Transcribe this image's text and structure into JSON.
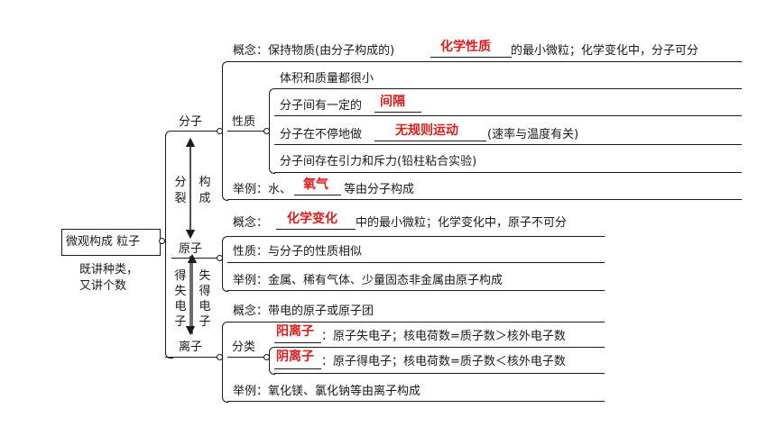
{
  "root": {
    "label": "微观构成  粒子",
    "note1": "既讲种类，",
    "note2": "又讲个数"
  },
  "molecule": {
    "label": "分子",
    "concept": {
      "pre": "概念：保持物质(由分子构成的)",
      "answer": "化学性质",
      "post": "的最小微粒；化学变化中，分子可分"
    },
    "props": {
      "label": "性质",
      "p1": "体积和质量都很小",
      "p2_pre": "分子间有一定的",
      "p2_answer": "间隔",
      "p3_pre": "分子在不停地做",
      "p3_answer": "无规则运动",
      "p3_post": "(速率与温度有关)",
      "p4": "分子间存在引力和斥力(铅柱粘合实验)"
    },
    "example": {
      "pre": "举例：水、",
      "answer": "氧气",
      "post": "等由分子构成"
    }
  },
  "arrows": {
    "split": [
      "分",
      "裂"
    ],
    "compose": [
      "构",
      "成"
    ],
    "gain": [
      "得",
      "失",
      "电",
      "子"
    ],
    "lose": [
      "失",
      "得",
      "电",
      "子"
    ]
  },
  "atom": {
    "label": "原子",
    "concept": {
      "pre": "概念：",
      "answer": "化学变化",
      "post": "中的最小微粒；化学变化中，原子不可分"
    },
    "props": "性质：与分子的性质相似",
    "example": "举例：金属、稀有气体、少量固态非金属由原子构成"
  },
  "ion": {
    "label": "离子",
    "concept": "概念：带电的原子或原子团",
    "cls": {
      "label": "分类",
      "c1_answer": "阳离子",
      "c1_text": "：原子失电子；核电荷数=质子数＞核外电子数",
      "c2_answer": "阴离子",
      "c2_text": "：原子得电子；核电荷数=质子数＜核外电子数"
    },
    "example": "举例：氧化镁、氯化钠等由离子构成"
  }
}
